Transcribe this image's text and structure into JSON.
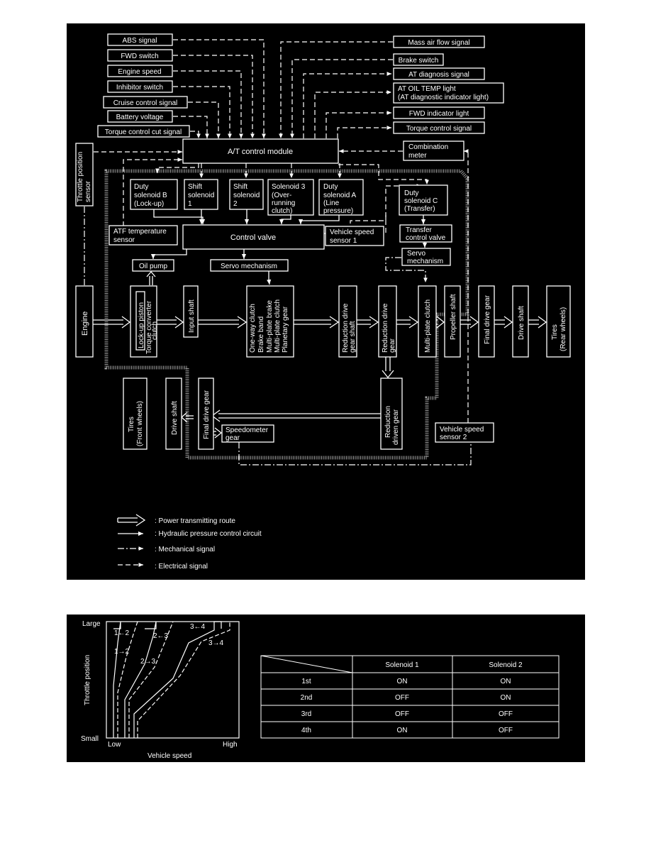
{
  "diagram": {
    "left_inputs": [
      "ABS signal",
      "FWD switch",
      "Engine speed",
      "Inhibitor switch",
      "Cruise control signal",
      "Battery voltage",
      "Torque control cut signal"
    ],
    "right_signals": [
      "Mass air flow signal",
      "Brake switch",
      "AT diagnosis signal",
      "AT OIL TEMP light",
      "(AT diagnostic indicator light)",
      "FWD indicator light",
      "Torque control signal"
    ],
    "tps": [
      "Throttle position",
      "sensor"
    ],
    "tcm": "A/T control module",
    "combination_meter": [
      "Combination",
      "meter"
    ],
    "solenoids": {
      "duty_b": [
        "Duty",
        "solenoid B",
        "(Lock-up)"
      ],
      "shift1": [
        "Shift",
        "solenoid",
        "1"
      ],
      "shift2": [
        "Shift",
        "solenoid",
        "2"
      ],
      "sol3": [
        "Solenoid 3",
        "(Over-",
        "running",
        "clutch)"
      ],
      "duty_a": [
        "Duty",
        "solenoid A",
        "(Line",
        "pressure)"
      ],
      "duty_c": [
        "Duty",
        "solenoid C",
        "(Transfer)"
      ]
    },
    "atf_sensor": [
      "ATF temperature",
      "sensor"
    ],
    "control_valve": "Control valve",
    "vss1": [
      "Vehicle speed",
      "sensor 1"
    ],
    "transfer_valve": [
      "Transfer",
      "control valve"
    ],
    "servo2": [
      "Servo",
      "mechanism"
    ],
    "oil_pump": "Oil pump",
    "servo_mech": "Servo mechanism",
    "engine": "Engine",
    "torque_conv": [
      "Lock-up piston",
      "Torque converter",
      "clutch"
    ],
    "input_shaft": "Input shaft",
    "planetary": [
      "One-way clutch",
      "Brake band",
      "Multi-plate brake",
      "Multi-plate clutch",
      "Planetary gear"
    ],
    "red_drive_shaft": [
      "Reduction drive",
      "gear shaft"
    ],
    "red_drive_gear": [
      "Reduction drive",
      "gear"
    ],
    "multi_plate_clutch": "Multi-plate clutch",
    "propeller_shaft": "Propeller shaft",
    "final_drive_rear": "Final drive gear",
    "drive_shaft_rear": "Drive shaft",
    "tires_rear": [
      "Tires",
      "(Rear wheels)"
    ],
    "red_driven_gear": [
      "Reduction",
      "driven gear"
    ],
    "final_drive_front": "Final drive gear",
    "drive_shaft_front": "Drive shaft",
    "tires_front": [
      "Tires",
      "(Front wheels)"
    ],
    "speedo": [
      "Speedometer",
      "gear"
    ],
    "vss2": [
      "Vehicle speed",
      "sensor 2"
    ],
    "legend": [
      ":  Power transmitting route",
      ":  Hydraulic pressure control circuit",
      ":  Mechanical signal",
      ":  Electrical signal"
    ]
  },
  "shift": {
    "ylabel": "Throttle position",
    "y_top": "Large",
    "y_bottom": "Small",
    "x_low": "Low",
    "x_high": "High",
    "xlabel": "Vehicle speed",
    "curve_labels": [
      "1←2",
      "1→2",
      "2←3",
      "2→3",
      "3←4",
      "3→4"
    ]
  },
  "table": {
    "columns": [
      "Solenoid 1",
      "Solenoid 2"
    ],
    "rows": [
      {
        "gear": "1st",
        "s1": "ON",
        "s2": "ON"
      },
      {
        "gear": "2nd",
        "s1": "OFF",
        "s2": "ON"
      },
      {
        "gear": "3rd",
        "s1": "OFF",
        "s2": "OFF"
      },
      {
        "gear": "4th",
        "s1": "ON",
        "s2": "OFF"
      }
    ]
  }
}
